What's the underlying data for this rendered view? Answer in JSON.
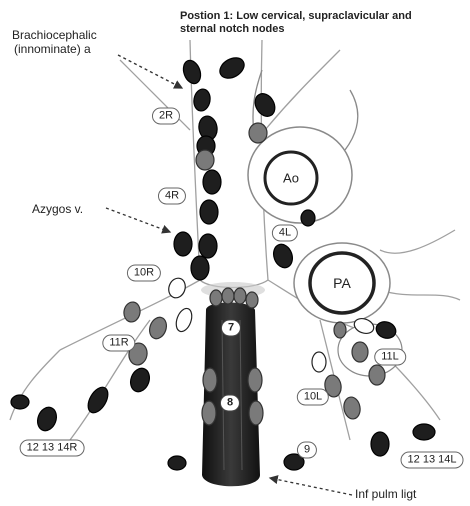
{
  "heading": {
    "line1": "Postion 1: Low cervical, supraclavicular and",
    "line2": "sternal notch nodes"
  },
  "callouts": {
    "brachiocephalic_line1": "Brachiocephalic",
    "brachiocephalic_line2": "(innominate) a",
    "azygos": "Azygos v.",
    "inf_pulm_lig": "Inf pulm ligt"
  },
  "vessels": {
    "aorta": "Ao",
    "pulmonary_artery": "PA"
  },
  "stations": {
    "s2r": "2R",
    "s4r": "4R",
    "s4l": "4L",
    "s10r": "10R",
    "s11r": "11R",
    "s7": "7",
    "s8": "8",
    "s9": "9",
    "s10l": "10L",
    "s11l": "11L",
    "s121314r": "12 13 14R",
    "s121314l": "12 13 14L"
  },
  "colors": {
    "node_dark": "#1e1e1e",
    "node_gray": "#7a7a7a",
    "node_outline": "#ffffff",
    "esophagus": "#2a2a2a",
    "airway_shadow": "#9a9a9a"
  }
}
